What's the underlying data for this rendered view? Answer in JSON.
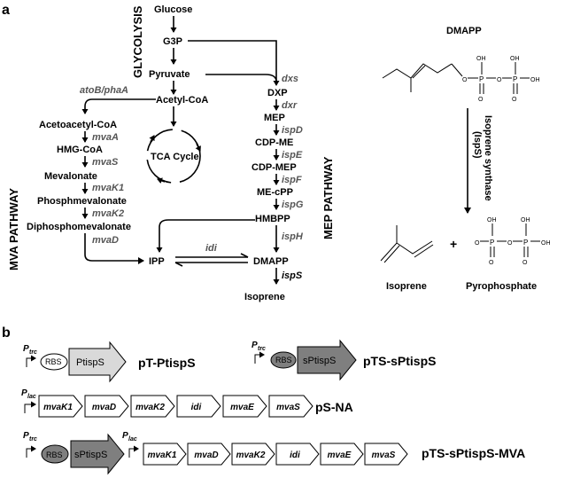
{
  "panel_a": {
    "label": "a",
    "glycolysis_title": "GLYCOLYSIS",
    "mva_title": "MVA PATHWAY",
    "mep_title": "MEP PATHWAY",
    "metabolites": {
      "glucose": "Glucose",
      "g3p": "G3P",
      "pyruvate": "Pyruvate",
      "acetyl_coa": "Acetyl-CoA",
      "acetoacetyl_coa": "Acetoacetyl-CoA",
      "hmg_coa": "HMG-CoA",
      "mevalonate": "Mevalonate",
      "phosphomevalonate": "Phosphmevalonate",
      "diphosphomevalonate": "Diphosphomevalonate",
      "dxp": "DXP",
      "mep": "MEP",
      "cdp_me": "CDP-ME",
      "cdp_mep": "CDP-MEP",
      "me_cpp": "ME-cPP",
      "hmbpp": "HMBPP",
      "ipp": "IPP",
      "dmapp": "DMAPP",
      "isoprene": "Isoprene",
      "tca": "TCA Cycle"
    },
    "enzymes": {
      "atob": "atoB/phaA",
      "mvaA": "mvaA",
      "mvaS": "mvaS",
      "mvaK1": "mvaK1",
      "mvaK2": "mvaK2",
      "mvaD": "mvaD",
      "dxs": "dxs",
      "dxr": "dxr",
      "ispD": "ispD",
      "ispE": "ispE",
      "ispF": "ispF",
      "ispG": "ispG",
      "ispH": "ispH",
      "idi": "idi",
      "ispS": "ispS"
    },
    "reaction": {
      "substrate": "DMAPP",
      "enzyme_line1": "Isoprene synthase",
      "enzyme_line2": "(IspS)",
      "product1": "Isoprene",
      "product2": "Pyrophosphate",
      "plus": "+",
      "oh": "OH",
      "p": "P",
      "o": "O"
    }
  },
  "panel_b": {
    "label": "b",
    "constructs": [
      {
        "name": "pT-PtispS",
        "promoter": "P",
        "promoter_sub": "trc",
        "rbs": "RBS",
        "gene": "PtispS"
      },
      {
        "name": "pTS-sPtispS",
        "promoter": "P",
        "promoter_sub": "trc",
        "rbs": "RBS",
        "gene": "sPtispS"
      },
      {
        "name": "pS-NA",
        "promoter": "P",
        "promoter_sub": "lac",
        "genes": [
          "mvaK1",
          "mvaD",
          "mvaK2",
          "idi",
          "mvaE",
          "mvaS"
        ]
      },
      {
        "name": "pTS-sPtispS-MVA",
        "promoter": "P",
        "promoter_sub": "trc",
        "rbs": "RBS",
        "gene": "sPtispS",
        "promoter2": "P",
        "promoter2_sub": "lac",
        "genes": [
          "mvaK1",
          "mvaD",
          "mvaK2",
          "idi",
          "mvaE",
          "mvaS"
        ]
      }
    ]
  },
  "colors": {
    "enzyme_text": "#555555",
    "light_gene": "#d9d9d9",
    "dark_gene": "#7f7f7f",
    "dark_rbs": "#7f7f7f"
  }
}
